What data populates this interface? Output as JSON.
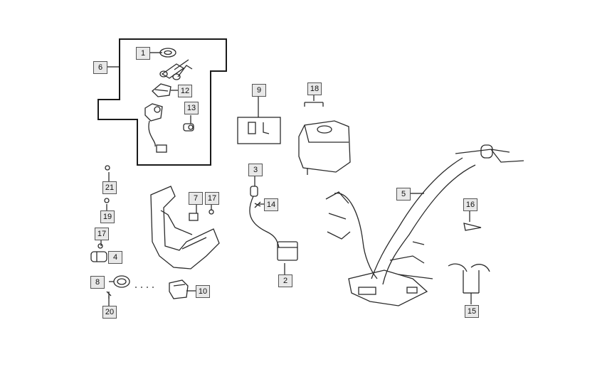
{
  "callouts": {
    "c1": "1",
    "c2": "2",
    "c3": "3",
    "c4": "4",
    "c5": "5",
    "c6": "6",
    "c7": "7",
    "c8": "8",
    "c9": "9",
    "c10": "10",
    "c12": "12",
    "c13": "13",
    "c14": "14",
    "c15": "15",
    "c16": "16",
    "c17a": "17",
    "c17b": "17",
    "c18": "18",
    "c19": "19",
    "c20": "20",
    "c21": "21"
  },
  "colors": {
    "line": "#1a1a1a",
    "part": "#2b2b2b",
    "callout_bg": "#e8e8e8"
  }
}
